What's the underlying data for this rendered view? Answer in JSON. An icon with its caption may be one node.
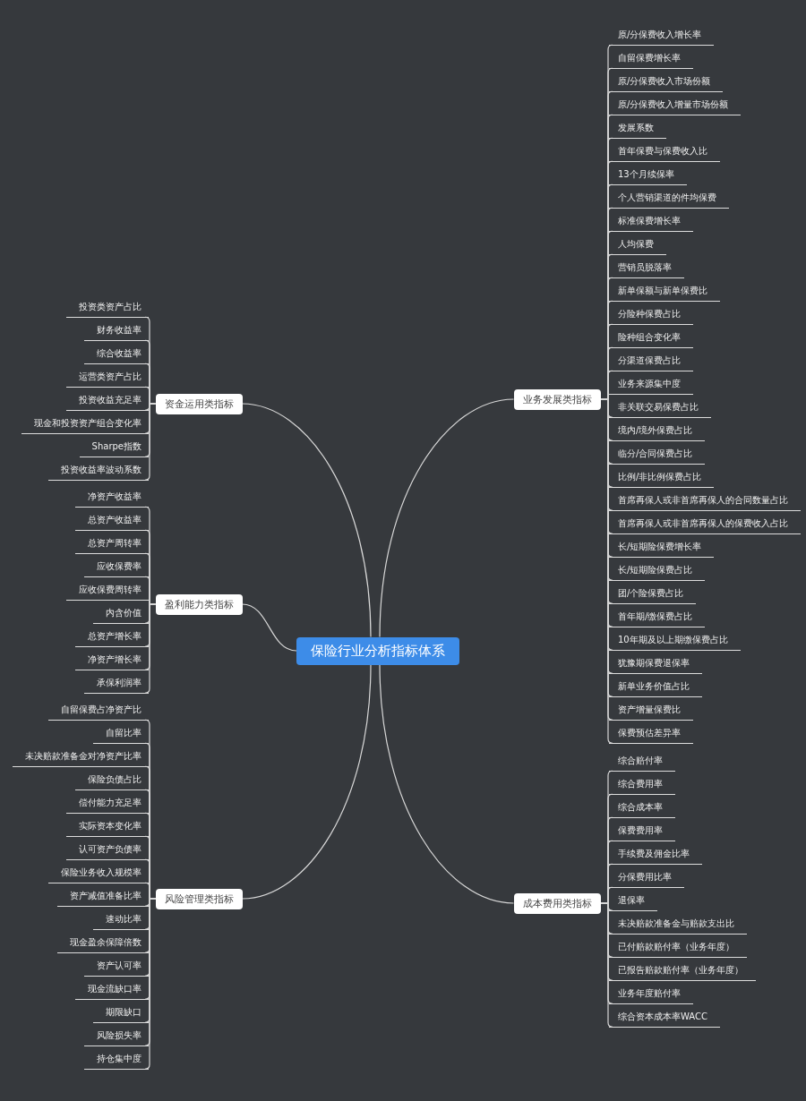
{
  "diagram": {
    "nodes": [
      {
        "text": [
          "保险行业分析指标体系"
        ]
      },
      {
        "text": [
          "业务发展类指标"
        ]
      },
      {
        "text": [
          "原/分保费收入增长率"
        ]
      },
      {
        "text": [
          "自留保费增长率"
        ]
      },
      {
        "text": [
          "原/分保费收入市场份额"
        ]
      },
      {
        "text": [
          "原/分保费收入增量市场份额"
        ]
      },
      {
        "text": [
          "发展系数"
        ]
      },
      {
        "text": [
          "首年保费与保费收入比"
        ]
      },
      {
        "text": [
          "13个月续保率"
        ]
      },
      {
        "text": [
          "个人营销渠道的件均保费"
        ]
      },
      {
        "text": [
          "标准保费增长率"
        ]
      },
      {
        "text": [
          "人均保费"
        ]
      },
      {
        "text": [
          "营销员脱落率"
        ]
      },
      {
        "text": [
          "新单保额与新单保费比"
        ]
      },
      {
        "text": [
          "分险种保费占比"
        ]
      },
      {
        "text": [
          "险种组合变化率"
        ]
      },
      {
        "text": [
          "分渠道保费占比"
        ]
      },
      {
        "text": [
          "业务来源集中度"
        ]
      },
      {
        "text": [
          "非关联交易保费占比"
        ]
      },
      {
        "text": [
          "境内/境外保费占比"
        ]
      },
      {
        "text": [
          "临分/合同保费占比"
        ]
      },
      {
        "text": [
          "比例/非比例保费占比"
        ]
      },
      {
        "text": [
          "首席再保人或非首席再保人的合同数量占比"
        ]
      },
      {
        "text": [
          "首席再保人或非首席再保人的保费收入占比"
        ]
      },
      {
        "text": [
          "长/短期险保费增长率"
        ]
      },
      {
        "text": [
          "长/短期险保费占比"
        ]
      },
      {
        "text": [
          "团/个险保费占比"
        ]
      },
      {
        "text": [
          "首年期/缴保费占比"
        ]
      },
      {
        "text": [
          "10年期及以上期缴保费占比"
        ]
      },
      {
        "text": [
          "犹豫期保费退保率"
        ]
      },
      {
        "text": [
          "新单业务价值占比"
        ]
      },
      {
        "text": [
          "资产增量保费比"
        ]
      },
      {
        "text": [
          "保费预估差异率"
        ]
      },
      {
        "text": [
          "成本费用类指标"
        ]
      },
      {
        "text": [
          "综合赔付率"
        ]
      },
      {
        "text": [
          "综合费用率"
        ]
      },
      {
        "text": [
          "综合成本率"
        ]
      },
      {
        "text": [
          "保费费用率"
        ]
      },
      {
        "text": [
          "手续费及佣金比率"
        ]
      },
      {
        "text": [
          "分保费用比率"
        ]
      },
      {
        "text": [
          "退保率"
        ]
      },
      {
        "text": [
          "未决赔款准备金与赔款支出比"
        ]
      },
      {
        "text": [
          "已付赔款赔付率（业务年度）"
        ]
      },
      {
        "text": [
          "已报告赔款赔付率（业务年度）"
        ]
      },
      {
        "text": [
          "业务年度赔付率"
        ]
      },
      {
        "text": [
          "综合资本成本率WACC"
        ]
      },
      {
        "text": [
          "资金运用类指标"
        ]
      },
      {
        "text": [
          "投资类资产占比"
        ]
      },
      {
        "text": [
          "财务收益率"
        ]
      },
      {
        "text": [
          "综合收益率"
        ]
      },
      {
        "text": [
          "运营类资产占比"
        ]
      },
      {
        "text": [
          "投资收益充足率"
        ]
      },
      {
        "text": [
          "现金和投资资产组合变化率"
        ]
      },
      {
        "text": [
          "Sharpe指数"
        ]
      },
      {
        "text": [
          "投资收益率波动系数"
        ]
      },
      {
        "text": [
          "盈利能力类指标"
        ]
      },
      {
        "text": [
          "净资产收益率"
        ]
      },
      {
        "text": [
          "总资产收益率"
        ]
      },
      {
        "text": [
          "总资产周转率"
        ]
      },
      {
        "text": [
          "应收保费率"
        ]
      },
      {
        "text": [
          "应收保费周转率"
        ]
      },
      {
        "text": [
          "内含价值"
        ]
      },
      {
        "text": [
          "总资产增长率"
        ]
      },
      {
        "text": [
          "净资产增长率"
        ]
      },
      {
        "text": [
          "承保利润率"
        ]
      },
      {
        "text": [
          "风险管理类指标"
        ]
      },
      {
        "text": [
          "自留保费占净资产比"
        ]
      },
      {
        "text": [
          "自留比率"
        ]
      },
      {
        "text": [
          "未决赔款准备金对净资产比率"
        ]
      },
      {
        "text": [
          "保险负债占比"
        ]
      },
      {
        "text": [
          "偿付能力充足率"
        ]
      },
      {
        "text": [
          "实际资本变化率"
        ]
      },
      {
        "text": [
          "认可资产负债率"
        ]
      },
      {
        "text": [
          "保险业务收入规模率"
        ]
      },
      {
        "text": [
          "资产减值准备比率"
        ]
      },
      {
        "text": [
          "速动比率"
        ]
      },
      {
        "text": [
          "现金盈余保障倍数"
        ]
      },
      {
        "text": [
          "资产认可率"
        ]
      },
      {
        "text": [
          "现金流缺口率"
        ]
      },
      {
        "text": [
          "期限缺口"
        ]
      },
      {
        "text": [
          "风险损失率"
        ]
      },
      {
        "text": [
          "持仓集中度"
        ]
      }
    ],
    "edges": [
      {
        "from": 0,
        "to": 1,
        "arrow": "none"
      },
      {
        "from": 0,
        "to": 33,
        "arrow": "none"
      },
      {
        "from": 0,
        "to": 46,
        "arrow": "none"
      },
      {
        "from": 0,
        "to": 55,
        "arrow": "none"
      },
      {
        "from": 0,
        "to": 65,
        "arrow": "none"
      },
      {
        "from": 1,
        "to": 2,
        "arrow": "none"
      },
      {
        "from": 1,
        "to": 3,
        "arrow": "none"
      },
      {
        "from": 1,
        "to": 4,
        "arrow": "none"
      },
      {
        "from": 1,
        "to": 5,
        "arrow": "none"
      },
      {
        "from": 1,
        "to": 6,
        "arrow": "none"
      },
      {
        "from": 1,
        "to": 7,
        "arrow": "none"
      },
      {
        "from": 1,
        "to": 8,
        "arrow": "none"
      },
      {
        "from": 1,
        "to": 9,
        "arrow": "none"
      },
      {
        "from": 1,
        "to": 10,
        "arrow": "none"
      },
      {
        "from": 1,
        "to": 11,
        "arrow": "none"
      },
      {
        "from": 1,
        "to": 12,
        "arrow": "none"
      },
      {
        "from": 1,
        "to": 13,
        "arrow": "none"
      },
      {
        "from": 1,
        "to": 14,
        "arrow": "none"
      },
      {
        "from": 1,
        "to": 15,
        "arrow": "none"
      },
      {
        "from": 1,
        "to": 16,
        "arrow": "none"
      },
      {
        "from": 1,
        "to": 17,
        "arrow": "none"
      },
      {
        "from": 1,
        "to": 18,
        "arrow": "none"
      },
      {
        "from": 1,
        "to": 19,
        "arrow": "none"
      },
      {
        "from": 1,
        "to": 20,
        "arrow": "none"
      },
      {
        "from": 1,
        "to": 21,
        "arrow": "none"
      },
      {
        "from": 1,
        "to": 22,
        "arrow": "none"
      },
      {
        "from": 1,
        "to": 23,
        "arrow": "none"
      },
      {
        "from": 1,
        "to": 24,
        "arrow": "none"
      },
      {
        "from": 1,
        "to": 25,
        "arrow": "none"
      },
      {
        "from": 1,
        "to": 26,
        "arrow": "none"
      },
      {
        "from": 1,
        "to": 27,
        "arrow": "none"
      },
      {
        "from": 1,
        "to": 28,
        "arrow": "none"
      },
      {
        "from": 1,
        "to": 29,
        "arrow": "none"
      },
      {
        "from": 1,
        "to": 30,
        "arrow": "none"
      },
      {
        "from": 1,
        "to": 31,
        "arrow": "none"
      },
      {
        "from": 1,
        "to": 32,
        "arrow": "none"
      },
      {
        "from": 33,
        "to": 34,
        "arrow": "none"
      },
      {
        "from": 33,
        "to": 35,
        "arrow": "none"
      },
      {
        "from": 33,
        "to": 36,
        "arrow": "none"
      },
      {
        "from": 33,
        "to": 37,
        "arrow": "none"
      },
      {
        "from": 33,
        "to": 38,
        "arrow": "none"
      },
      {
        "from": 33,
        "to": 39,
        "arrow": "none"
      },
      {
        "from": 33,
        "to": 40,
        "arrow": "none"
      },
      {
        "from": 33,
        "to": 41,
        "arrow": "none"
      },
      {
        "from": 33,
        "to": 42,
        "arrow": "none"
      },
      {
        "from": 33,
        "to": 43,
        "arrow": "none"
      },
      {
        "from": 33,
        "to": 44,
        "arrow": "none"
      },
      {
        "from": 33,
        "to": 45,
        "arrow": "none"
      },
      {
        "from": 46,
        "to": 47,
        "arrow": "none"
      },
      {
        "from": 46,
        "to": 48,
        "arrow": "none"
      },
      {
        "from": 46,
        "to": 49,
        "arrow": "none"
      },
      {
        "from": 46,
        "to": 50,
        "arrow": "none"
      },
      {
        "from": 46,
        "to": 51,
        "arrow": "none"
      },
      {
        "from": 46,
        "to": 52,
        "arrow": "none"
      },
      {
        "from": 46,
        "to": 53,
        "arrow": "none"
      },
      {
        "from": 46,
        "to": 54,
        "arrow": "none"
      },
      {
        "from": 55,
        "to": 56,
        "arrow": "none"
      },
      {
        "from": 55,
        "to": 57,
        "arrow": "none"
      },
      {
        "from": 55,
        "to": 58,
        "arrow": "none"
      },
      {
        "from": 55,
        "to": 59,
        "arrow": "none"
      },
      {
        "from": 55,
        "to": 60,
        "arrow": "none"
      },
      {
        "from": 55,
        "to": 61,
        "arrow": "none"
      },
      {
        "from": 55,
        "to": 62,
        "arrow": "none"
      },
      {
        "from": 55,
        "to": 63,
        "arrow": "none"
      },
      {
        "from": 55,
        "to": 64,
        "arrow": "none"
      },
      {
        "from": 65,
        "to": 66,
        "arrow": "none"
      },
      {
        "from": 65,
        "to": 67,
        "arrow": "none"
      },
      {
        "from": 65,
        "to": 68,
        "arrow": "none"
      },
      {
        "from": 65,
        "to": 69,
        "arrow": "none"
      },
      {
        "from": 65,
        "to": 70,
        "arrow": "none"
      },
      {
        "from": 65,
        "to": 71,
        "arrow": "none"
      },
      {
        "from": 65,
        "to": 72,
        "arrow": "none"
      },
      {
        "from": 65,
        "to": 73,
        "arrow": "none"
      },
      {
        "from": 65,
        "to": 74,
        "arrow": "none"
      },
      {
        "from": 65,
        "to": 75,
        "arrow": "none"
      },
      {
        "from": 65,
        "to": 76,
        "arrow": "none"
      },
      {
        "from": 65,
        "to": 77,
        "arrow": "none"
      },
      {
        "from": 65,
        "to": 78,
        "arrow": "none"
      },
      {
        "from": 65,
        "to": 79,
        "arrow": "none"
      },
      {
        "from": 65,
        "to": 80,
        "arrow": "none"
      },
      {
        "from": 65,
        "to": 81,
        "arrow": "none"
      }
    ]
  }
}
